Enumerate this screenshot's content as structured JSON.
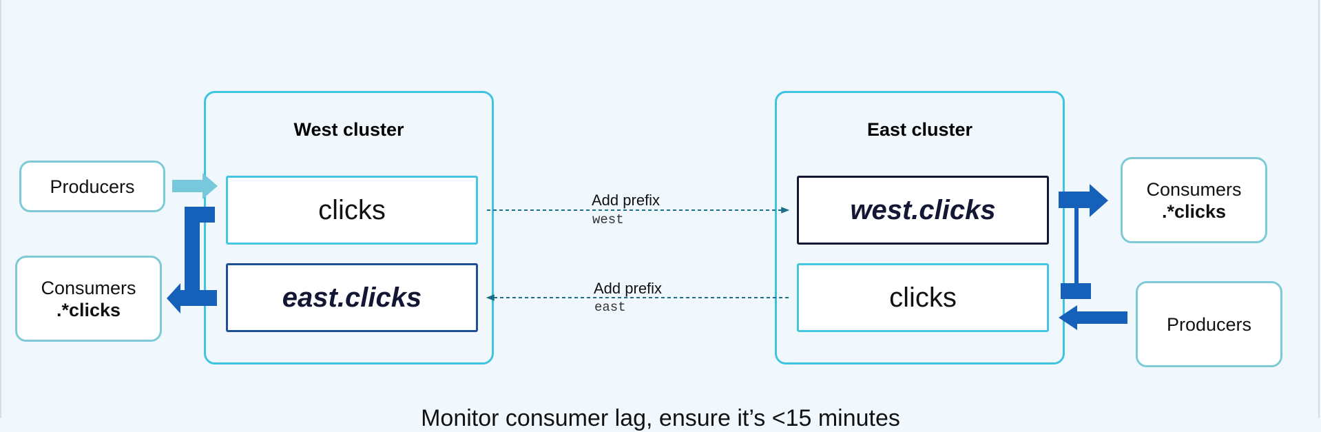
{
  "west_cluster": {
    "title": "West cluster",
    "topic_local": "clicks",
    "topic_mirrored": "east.clicks",
    "producers": "Producers",
    "consumers_title": "Consumers",
    "consumers_pattern": ".*clicks"
  },
  "east_cluster": {
    "title": "East cluster",
    "topic_mirrored": "west.clicks",
    "topic_local": "clicks",
    "producers": "Producers",
    "consumers_title": "Consumers",
    "consumers_pattern": ".*clicks"
  },
  "replication": {
    "west_to_east": {
      "label": "Add prefix",
      "prefix": "west"
    },
    "east_to_west": {
      "label": "Add prefix",
      "prefix": "east"
    }
  },
  "caption": "Monitor consumer lag, ensure it’s <15 minutes",
  "colors": {
    "background": "#f0f8fe",
    "cluster_border": "#3ec3e0",
    "arrow_light": "#78c8dc",
    "arrow_dark": "#1560b8",
    "dashed_line": "#1a6f86"
  }
}
